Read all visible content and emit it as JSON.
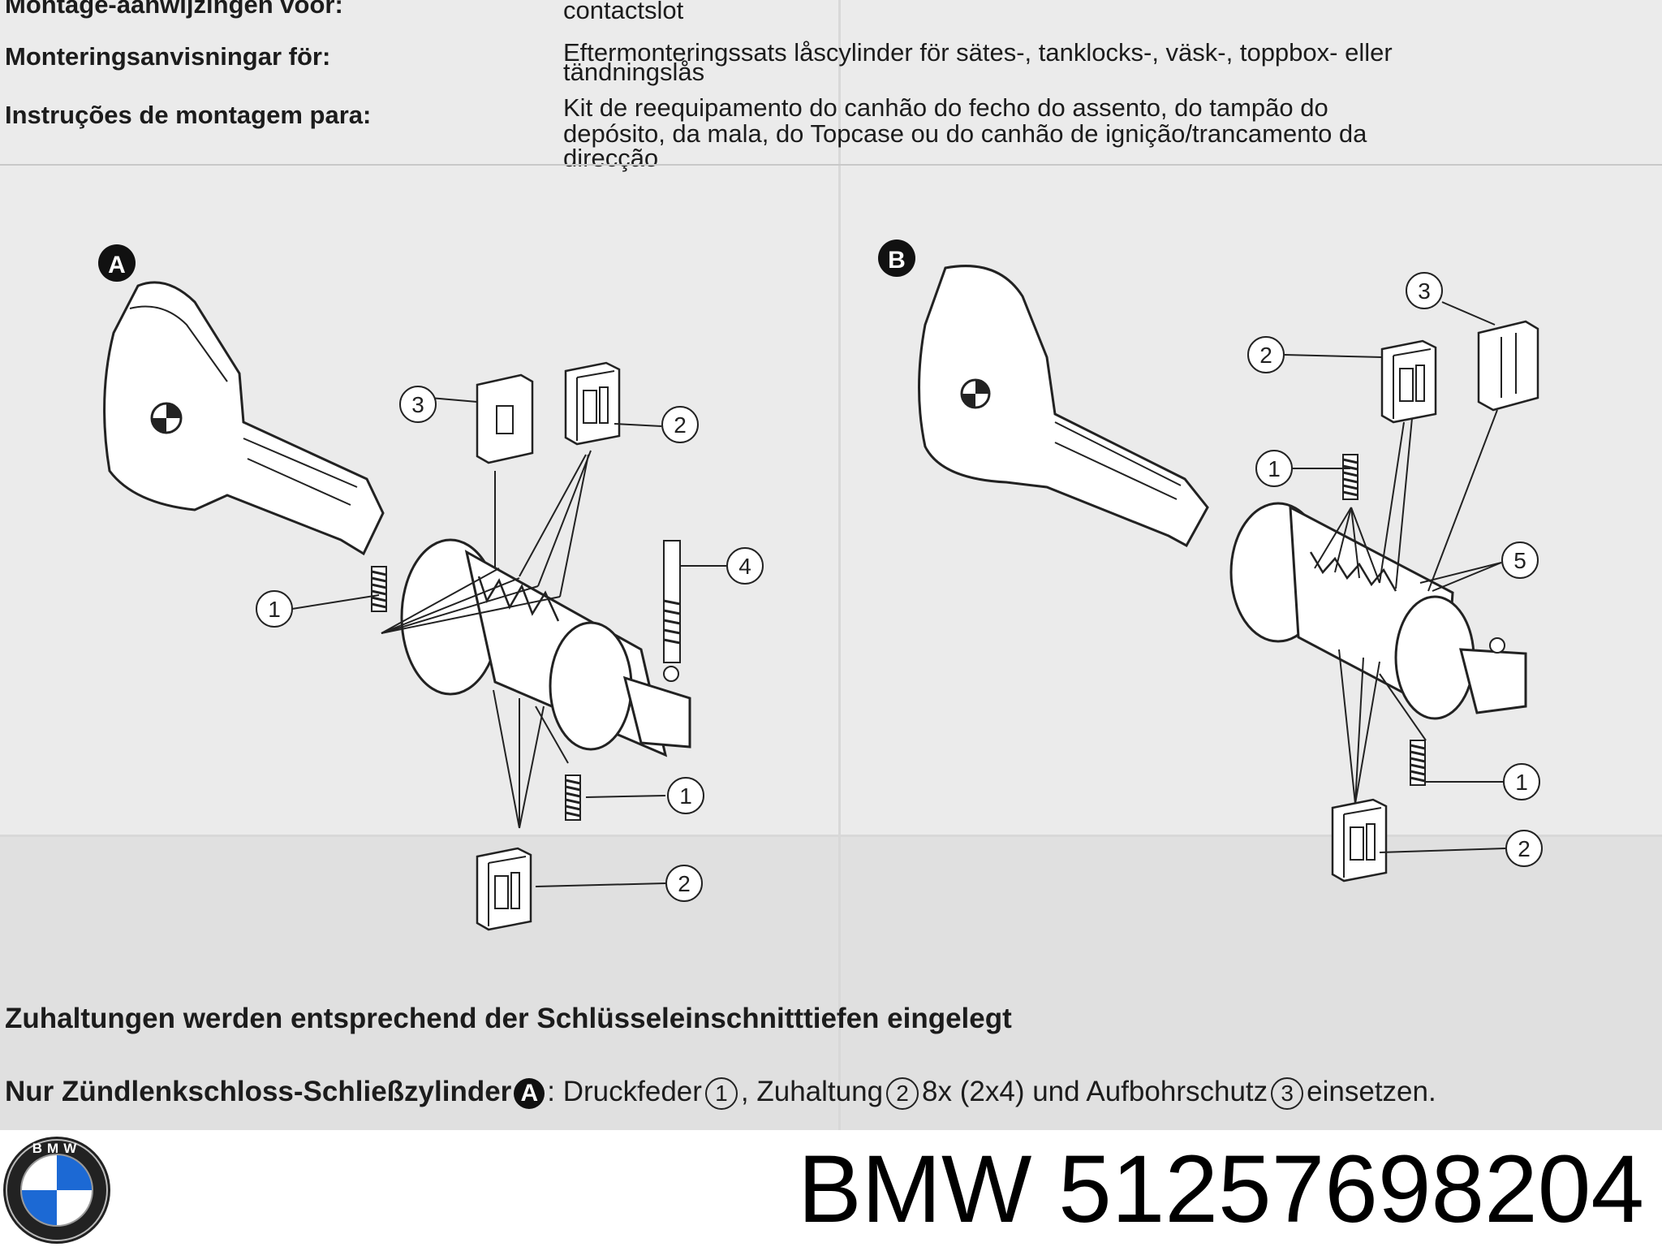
{
  "header_rows": [
    {
      "label": "Montage-aanwijzingen voor:",
      "text": [
        "contactslot"
      ]
    },
    {
      "label": "Monteringsanvisningar för:",
      "text": [
        "Eftermonteringssats låscylinder för sätes-, tanklocks-, väsk-, toppbox- eller",
        "tändningslås"
      ]
    },
    {
      "label": "Instruções de montagem para:",
      "text": [
        "Kit de reequipamento do canhão do fecho do assento, do tampão do",
        "depósito, da mala, do Topcase ou do canhão de ignição/trancamento da",
        "direcção"
      ]
    }
  ],
  "diagram_a": {
    "badge": "A",
    "callouts": [
      "1",
      "2",
      "3",
      "4",
      "1",
      "2"
    ]
  },
  "diagram_b": {
    "badge": "B",
    "callouts": [
      "3",
      "2",
      "1",
      "5",
      "1",
      "2"
    ]
  },
  "note_1": "Zuhaltungen werden entsprechend der Schlüsseleinschnitttiefen eingelegt",
  "note_2": {
    "bold": "Nur Zündlenkschloss-Schließzylinder",
    "badge": "A",
    "p1": ": Druckfeder",
    "n1": "1",
    "p2": ", Zuhaltung",
    "n2": "2",
    "p3": "8x (2x4) und Aufbohrschutz",
    "n3": "3",
    "p4": "einsetzen."
  },
  "footer": {
    "logo_letters": "BMW",
    "brand_text": "BMW 51257698204"
  }
}
